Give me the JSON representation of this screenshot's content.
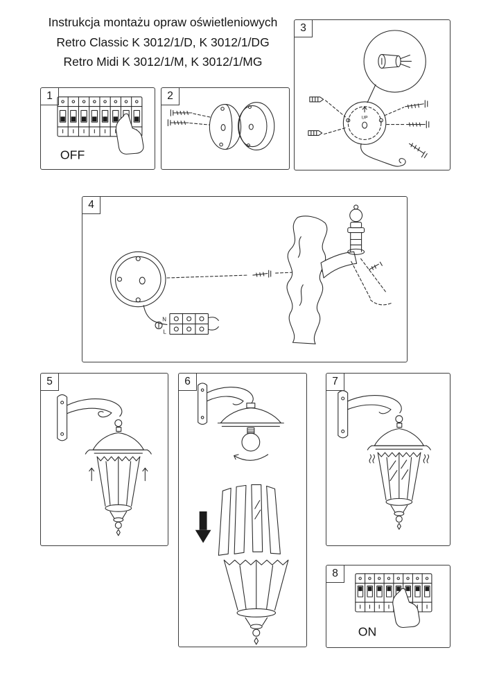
{
  "title": {
    "line1": "Instrukcja montażu opraw oświetleniowych",
    "line2": "Retro Classic K 3012/1/D, K 3012/1/DG",
    "line3": "Retro Midi K 3012/1/M, K 3012/1/MG"
  },
  "steps": {
    "step1": {
      "number": "1",
      "switch_label": "OFF"
    },
    "step2": {
      "number": "2"
    },
    "step3": {
      "number": "3",
      "orientation_label": "UP"
    },
    "step4": {
      "number": "4",
      "terminal_neutral": "N",
      "terminal_line": "L"
    },
    "step5": {
      "number": "5"
    },
    "step6": {
      "number": "6"
    },
    "step7": {
      "number": "7"
    },
    "step8": {
      "number": "8",
      "switch_label": "ON"
    }
  }
}
